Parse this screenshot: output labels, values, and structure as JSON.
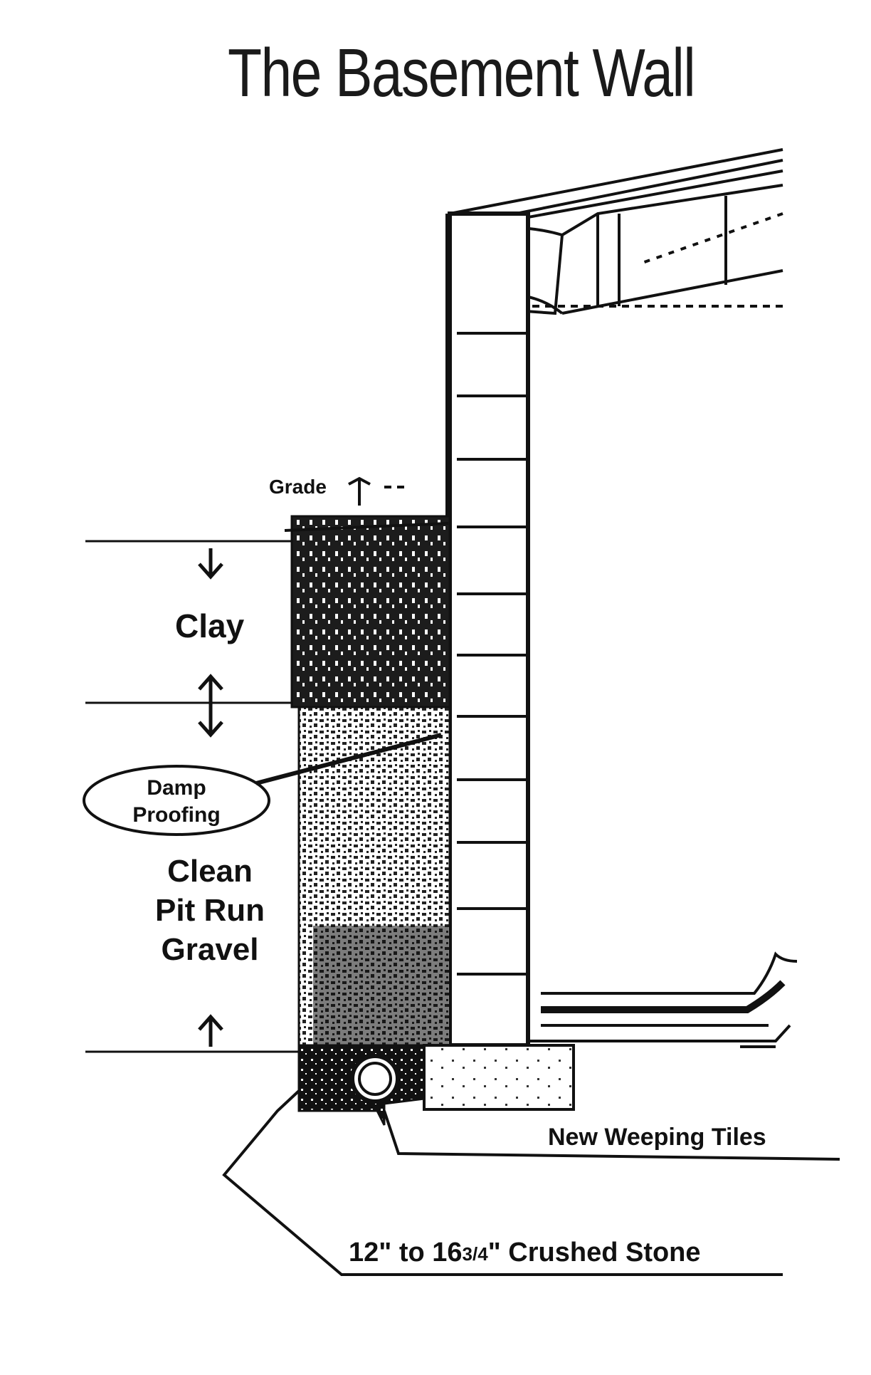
{
  "title": "The Basement Wall",
  "labels": {
    "grade": "Grade",
    "clay": "Clay",
    "damp_proofing": [
      "Damp",
      "Proofing"
    ],
    "backfill": [
      "Clean",
      "Pit Run",
      "Gravel"
    ],
    "weeping_tiles": "New Weeping Tiles",
    "crushed_stone_pre": "12\" to 16",
    "crushed_stone_frac": "3/4",
    "crushed_stone_post": "\"  Crushed Stone"
  },
  "colors": {
    "ink": "#111111",
    "paper": "#ffffff",
    "fill_dark": "#1c1c1c"
  }
}
